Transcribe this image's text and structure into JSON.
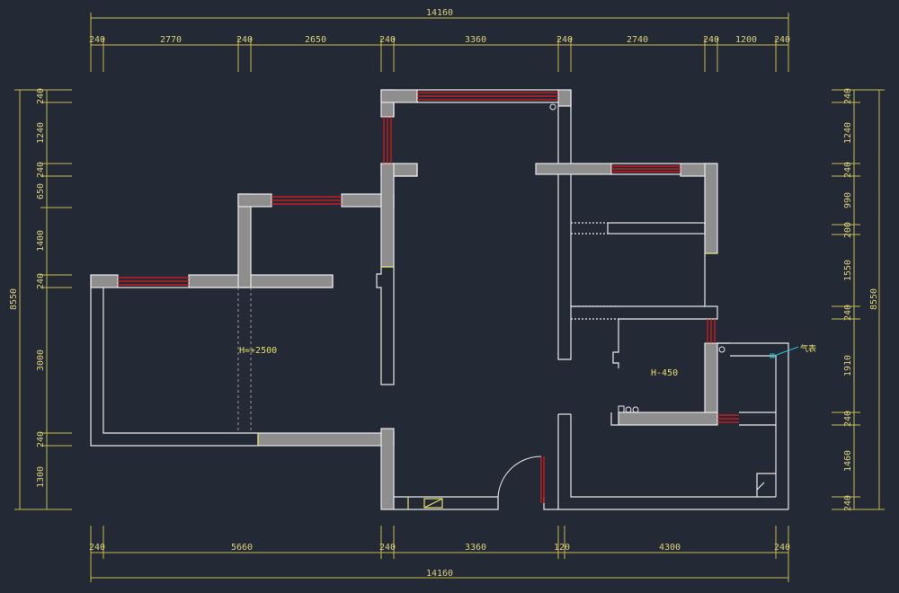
{
  "colors": {
    "background": "#232a35",
    "dimension_line": "#c9b94a",
    "wall_outline": "#e8e8e8",
    "wall_fill": "#8e8e8e",
    "window": "#e01b1b",
    "annotation": "#e6de6a",
    "leader": "#26c6d0"
  },
  "dimensions": {
    "top_total": "14160",
    "top_segments": [
      "240",
      "2770",
      "240",
      "2650",
      "240",
      "3360",
      "240",
      "2740",
      "240",
      "1200",
      "240"
    ],
    "bottom_segments": [
      "240",
      "5660",
      "240",
      "3360",
      "120",
      "4300",
      "240"
    ],
    "bottom_total": "14160",
    "left_segments": [
      "240",
      "1240",
      "240",
      "650",
      "1400",
      "240",
      "3000",
      "240",
      "1300"
    ],
    "left_total": "8550",
    "right_segments": [
      "240",
      "1240",
      "240",
      "990",
      "200",
      "1550",
      "240",
      "1910",
      "240",
      "1460",
      "240"
    ],
    "right_total": "8550"
  },
  "annotations": {
    "living_height": "H=+2500",
    "kitchen_height": "H-450",
    "gas_meter": "气表"
  }
}
